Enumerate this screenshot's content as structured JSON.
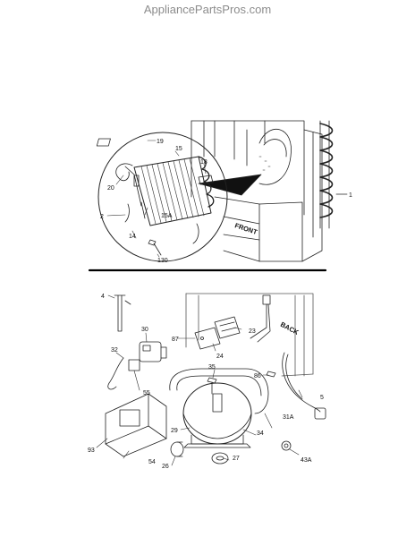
{
  "header": {
    "site": "AppliancePartsPros.com"
  },
  "upper": {
    "front_label": "FRONT",
    "parts": {
      "p19": "19",
      "p15": "15",
      "p18": "18",
      "p20": "20",
      "p2": "2",
      "p15a": "15A",
      "p14": "14",
      "p130": "130",
      "p1": "1"
    }
  },
  "lower": {
    "back_label": "BACK",
    "parts": {
      "p4": "4",
      "p30": "30",
      "p32": "32",
      "p87": "87",
      "p24": "24",
      "p23": "23",
      "p35": "35",
      "p86": "86",
      "p55": "55",
      "p5": "5",
      "p31a": "31A",
      "p34": "34",
      "p29": "29",
      "p26": "26",
      "p27": "27",
      "p43a": "43A",
      "p93": "93",
      "p54": "54"
    }
  }
}
